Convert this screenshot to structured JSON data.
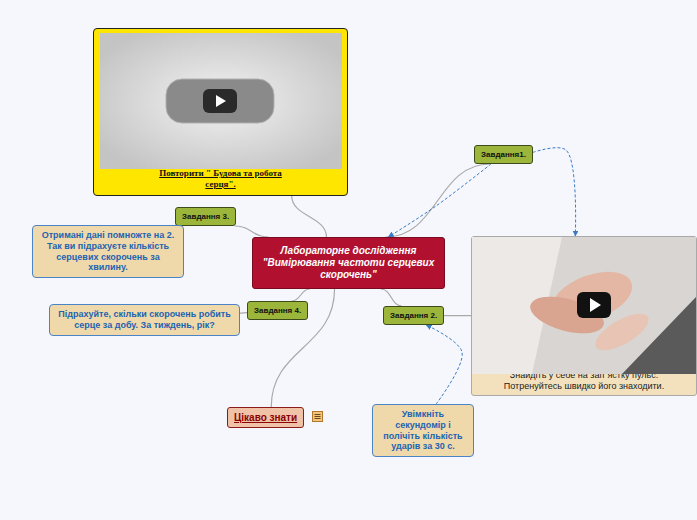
{
  "diagram": {
    "nodes": [
      {
        "text": [
          "Повторити \" Будова та робота серця\"."
        ]
      },
      {
        "text": [
          "Завдання1."
        ]
      },
      {
        "text": [
          "Завдання 3."
        ]
      },
      {
        "text": [
          "Отримані дані помножте на 2. Так ви підрахуєте кількість серцевих скорочень за хвилину."
        ]
      },
      {
        "text": [
          "Лабораторне дослідження \"Вимірювання частоти серцевих скорочень\""
        ]
      },
      {
        "text": [
          "Знайдіть у себе на зап\"ястку пульс. Потренуйтесь швидко його знаходити."
        ]
      },
      {
        "text": [
          "Завдання 4."
        ]
      },
      {
        "text": [
          "Завдання 2."
        ]
      },
      {
        "text": [
          "Підрахуйте, скільки скорочень робить серце за добу. За тиждень, рік?"
        ]
      },
      {
        "text": [
          "Цікаво знати"
        ]
      },
      {
        "text": [
          "Увімкніть секундомір і полічіть кількість ударів за 30 с."
        ]
      }
    ],
    "edges": [
      {
        "from": 4,
        "to": 0,
        "arrow": "none"
      },
      {
        "from": 4,
        "to": 1,
        "arrow": "none"
      },
      {
        "from": 4,
        "to": 2,
        "arrow": "none"
      },
      {
        "from": 4,
        "to": 6,
        "arrow": "none"
      },
      {
        "from": 4,
        "to": 7,
        "arrow": "none"
      },
      {
        "from": 4,
        "to": 9,
        "arrow": "none"
      },
      {
        "from": 1,
        "to": 5,
        "arrow": "to"
      },
      {
        "from": 1,
        "to": 4,
        "arrow": "to"
      },
      {
        "from": 7,
        "to": 5,
        "arrow": "none"
      },
      {
        "from": 10,
        "to": 7,
        "arrow": "to"
      },
      {
        "from": 2,
        "to": 3,
        "arrow": "none"
      },
      {
        "from": 6,
        "to": 8,
        "arrow": "none"
      }
    ]
  }
}
